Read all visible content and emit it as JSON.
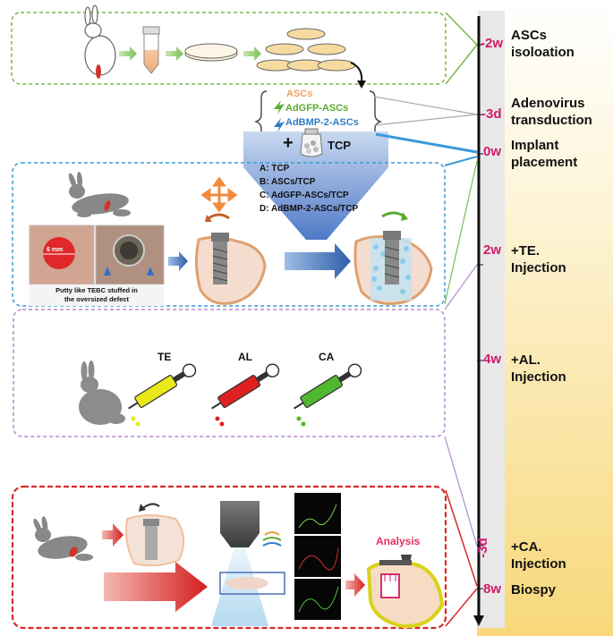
{
  "timeline": {
    "points": [
      {
        "time": "-2w",
        "event_line1": "ASCs",
        "event_line2": "isoloation"
      },
      {
        "time": "-3d",
        "event_line1": "Adenovirus",
        "event_line2": "transduction"
      },
      {
        "time": "0w",
        "event_line1": "Implant",
        "event_line2": "placement"
      },
      {
        "time": "2w",
        "event_line1": "+TE.",
        "event_line2": "Injection"
      },
      {
        "time": "4w",
        "event_line1": "+AL.",
        "event_line2": "Injection"
      },
      {
        "time": "-3d",
        "event_line1": "+CA.",
        "event_line2": "Injection"
      },
      {
        "time": "8w",
        "event_line1": "Biospy",
        "event_line2": ""
      }
    ]
  },
  "cells": {
    "ascs": "ASCs",
    "adgfp": "AdGFP-ASCs",
    "adbmp": "AdBMP-2-ASCs"
  },
  "groups": {
    "plus": "+",
    "tcp": "TCP",
    "a": "A: TCP",
    "b": "B: ASCs/TCP",
    "c": "C: AdGFP-ASCs/TCP",
    "d": "D: AdBMP-2-ASCs/TCP"
  },
  "implant": {
    "scale": "6 mm",
    "caption_line1": "Putty like TEBC stuffed in",
    "caption_line2": "the oversized defect"
  },
  "injections": {
    "te": "TE",
    "al": "AL",
    "ca": "CA"
  },
  "analysis": {
    "label": "Analysis"
  },
  "colors": {
    "green_dash": "#7ab648",
    "blue_dash": "#3a9ad9",
    "purple_dash": "#b38bc9",
    "red_dash": "#d42a2a",
    "timeline_text": "#d01a6a",
    "ascs_orange": "#f0a060",
    "adgfp_green": "#5aab2e",
    "adbmp_blue": "#2f7ec4",
    "te_yellow": "#e8e81a",
    "al_red": "#e02020",
    "ca_green": "#4fb830"
  }
}
